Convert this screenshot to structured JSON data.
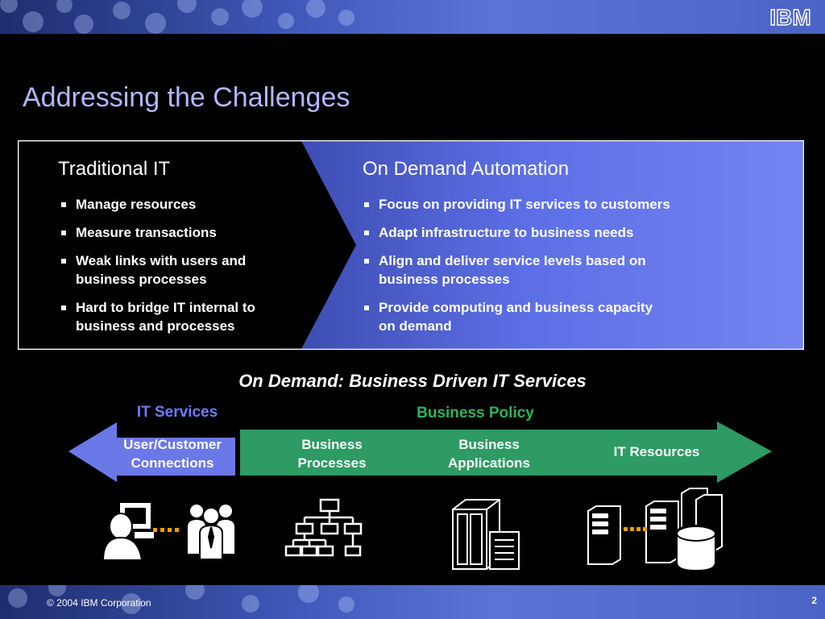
{
  "header": {
    "logo_text": "IBM"
  },
  "slide": {
    "title": "Addressing the Challenges"
  },
  "left": {
    "heading": "Traditional IT",
    "bullets": [
      {
        "line1": "Manage resources",
        "line2": ""
      },
      {
        "line1": "Measure transactions",
        "line2": ""
      },
      {
        "line1": "Weak links with users and",
        "line2": "business processes"
      },
      {
        "line1": "Hard to bridge IT internal to",
        "line2": "business and processes"
      }
    ]
  },
  "right": {
    "heading": "On Demand Automation",
    "bullets": [
      {
        "line1": "Focus on providing IT services to customers",
        "line2": ""
      },
      {
        "line1": "Adapt infrastructure to business needs",
        "line2": ""
      },
      {
        "line1": "Align and deliver service levels based on",
        "line2": "business processes"
      },
      {
        "line1": "Provide computing and business capacity",
        "line2": "on demand"
      }
    ]
  },
  "subheading": "On Demand: Business Driven IT Services",
  "labels": {
    "it_services": "IT Services",
    "business_policy": "Business Policy"
  },
  "arrow": {
    "user_line1": "User/Customer",
    "user_line2": "Connections",
    "bp_line1": "Business",
    "bp_line2": "Processes",
    "ba_line1": "Business",
    "ba_line2": "Applications",
    "itr": "IT Resources"
  },
  "footer": {
    "copyright": "© 2004 IBM Corporation",
    "page": "2"
  },
  "colors": {
    "title": "#b3b7ff",
    "it_services": "#6f7cff",
    "business_policy": "#2fb35a",
    "blue_arrow": "#6b78e8",
    "green_arrow": "#2e9a64",
    "panel": "#5d6fe6"
  },
  "icons": [
    "user-computer-icon",
    "people-group-icon",
    "org-chart-icon",
    "server-document-icon",
    "server-cluster-icon"
  ]
}
